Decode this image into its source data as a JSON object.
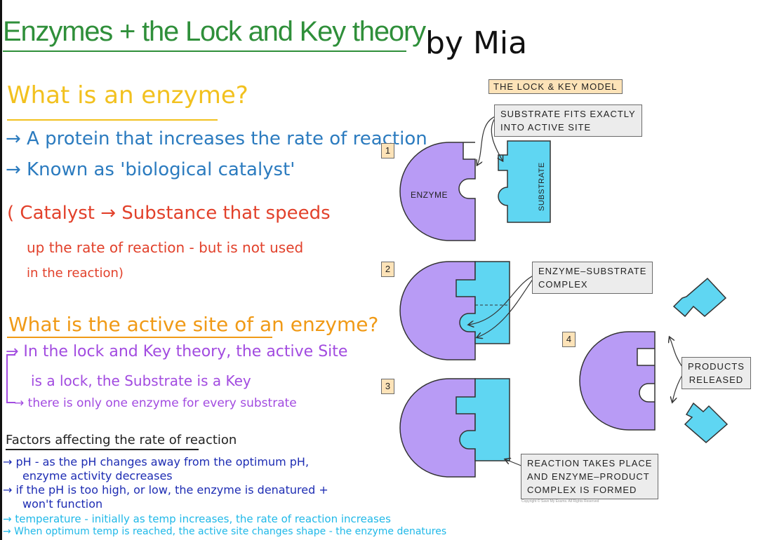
{
  "title": "Enzymes + the Lock and Key theory",
  "byline": "by Mia",
  "notes": {
    "q1": "What is an enzyme?",
    "q1_a1": "→ A protein that increases the rate of reaction",
    "q1_a2": "→ Known as 'biological catalyst'",
    "catalyst_1": "( Catalyst → Substance that speeds",
    "catalyst_2": "up the rate of reaction - but is not used",
    "catalyst_3": "in the reaction)",
    "q2": "What is the active site of an enzyme?",
    "q2_a1": "→ In the lock and Key theory, the active Site",
    "q2_a2": "is a lock, the Substrate is a Key",
    "q2_a3": "→ there is only one enzyme for every substrate",
    "factors_heading": "Factors affecting the rate of reaction",
    "f1": "→ pH - as the pH changes away from the optimum pH,",
    "f1b": "enzyme activity decreases",
    "f2": "→ if the pH is too high, or low, the enzyme is denatured +",
    "f2b": "won't function",
    "f3": "→ temperature - initially as temp increases, the rate of reaction increases",
    "f4": "→ When optimum temp is reached, the active site changes shape - the enzyme denatures"
  },
  "diagram": {
    "header": "THE LOCK & KEY MODEL",
    "callout1_line1": "SUBSTRATE FITS EXACTLY",
    "callout1_line2": "INTO ACTIVE SITE",
    "callout2_line1": "ENZYME–SUBSTRATE",
    "callout2_line2": "COMPLEX",
    "callout3_line1": "REACTION TAKES PLACE",
    "callout3_line2": "AND ENZYME–PRODUCT",
    "callout3_line3": "COMPLEX IS FORMED",
    "callout4_line1": "PRODUCTS",
    "callout4_line2": "RELEASED",
    "enzyme_label": "ENZYME",
    "substrate_label": "SUBSTRATE",
    "steps": [
      "1",
      "2",
      "3",
      "4"
    ],
    "copyright": "Copyright © Save My Exams. All Rights Reserved",
    "colors": {
      "enzyme": "#b89bf5",
      "substrate": "#5fd6f2",
      "tag": "#fde3b8",
      "box": "#ececec"
    }
  }
}
